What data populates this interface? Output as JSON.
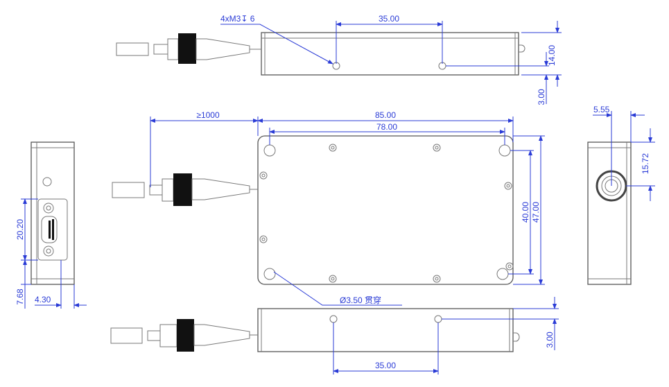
{
  "top_view": {
    "thread_note": "4xM3↧ 6",
    "hole_spacing": "35.00",
    "height": "14.00",
    "hole_offset": "3.00"
  },
  "front_view": {
    "fiber_length": "≥1000",
    "length": "85.00",
    "hole_pitch_x": "78.00",
    "hole_pitch_y": "40.00",
    "width": "47.00",
    "through_hole": "Ø3.50 贯穿"
  },
  "left_view": {
    "connector_height": "20.20",
    "bottom_offset": "7.68",
    "side_offset": "4.30"
  },
  "right_view": {
    "port_offset_x": "5.55",
    "port_offset_y": "15.72"
  },
  "bottom_view": {
    "hole_spacing": "35.00",
    "hole_offset": "3.00"
  },
  "colors": {
    "dimension": "#2a3bd6",
    "outline": "#555555"
  }
}
